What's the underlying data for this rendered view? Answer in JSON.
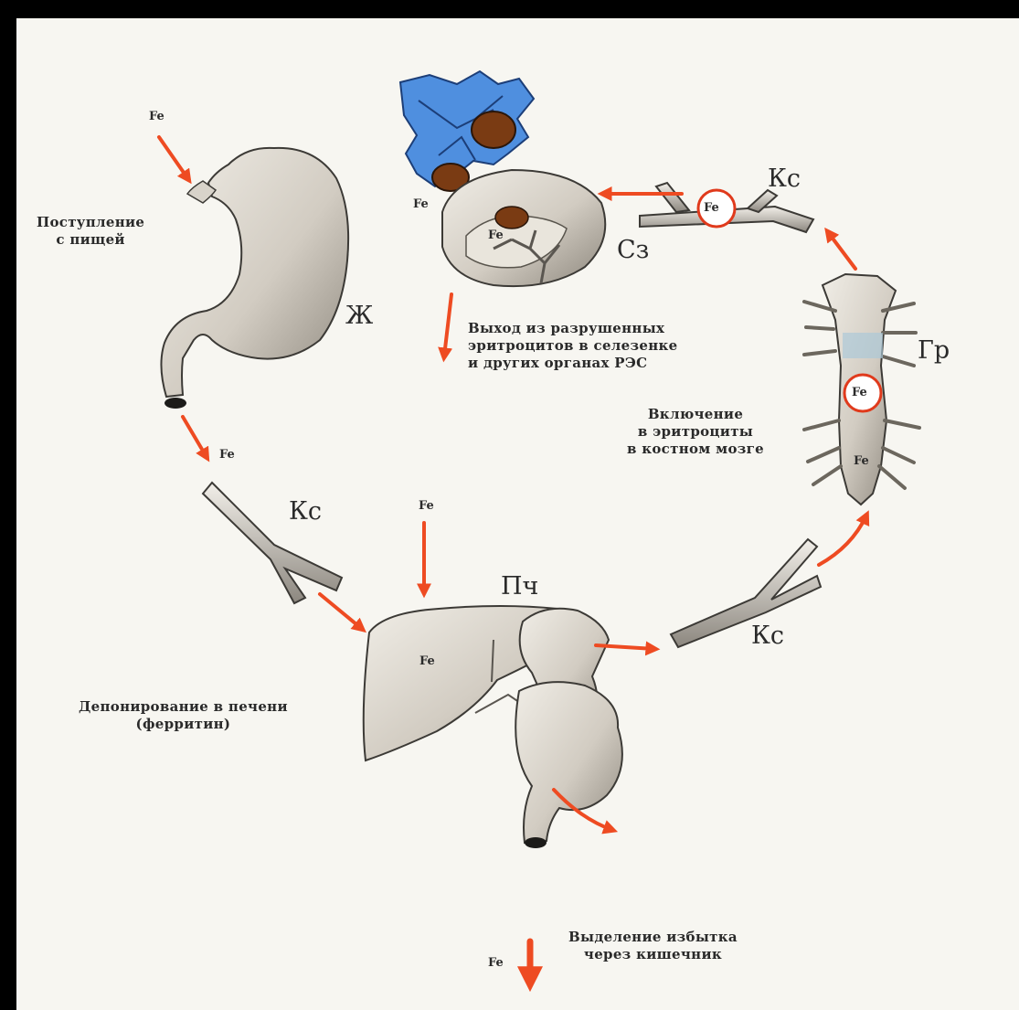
{
  "diagram": {
    "organs": {
      "stomach": "Ж",
      "spleen": "Сз",
      "bone_marrow": "Гр",
      "liver": "Пч",
      "vessel_top": "Кс",
      "vessel_left": "Кс",
      "vessel_right": "Кс"
    },
    "iron": "Fe",
    "captions": {
      "intake_1": "Поступление",
      "intake_2": "с пищей",
      "release_1": "Выход из разрушенных",
      "release_2": "эритроцитов в селезенке",
      "release_3": "и других  органах РЭС",
      "inclusion_1": "Включение",
      "inclusion_2": "в эритроциты",
      "inclusion_3": "в костном мозге",
      "deposit_1": "Депонирование в печени",
      "deposit_2": "(ферритин)",
      "excretion_1": "Выделение избытка",
      "excretion_2": "через кишечник"
    },
    "colors": {
      "arrow": "#ee4b22",
      "organ_fill": "#d9d4cc",
      "organ_shade": "#8e887e",
      "macrophage": "#4f8fdf"
    }
  }
}
